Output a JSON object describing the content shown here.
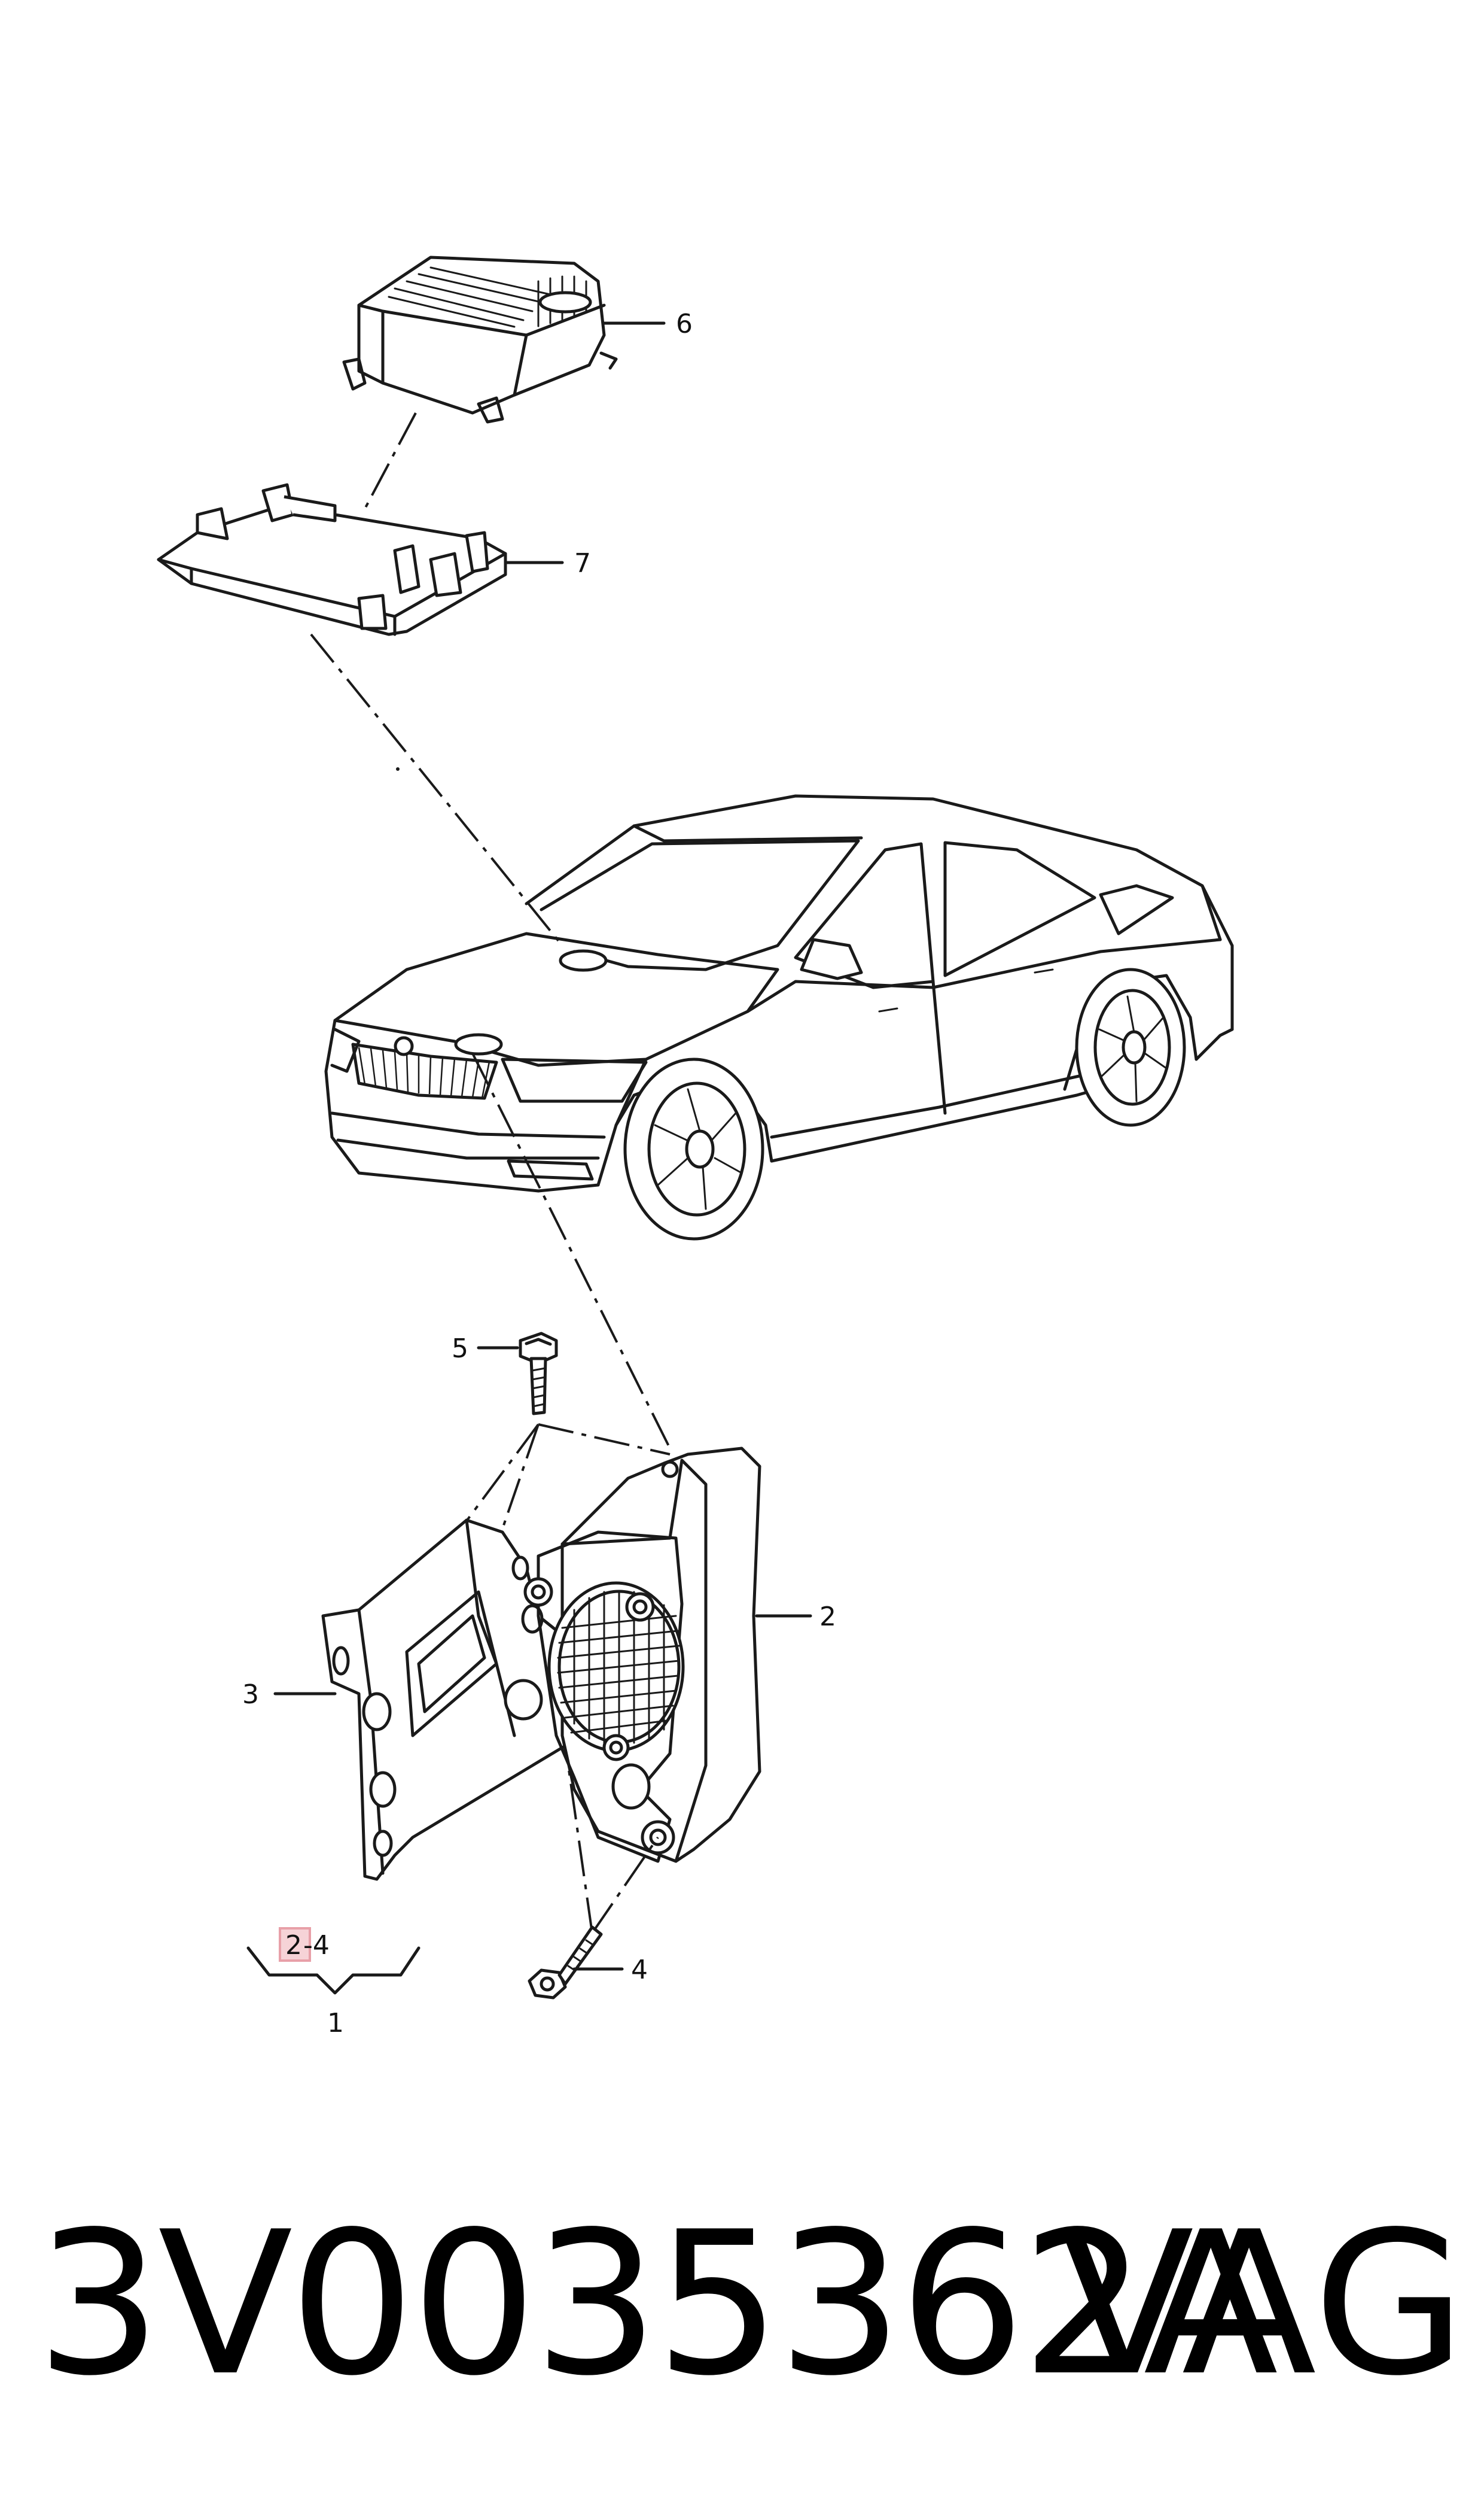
{
  "diagram": {
    "callouts": [
      {
        "id": "callout-6",
        "label": "6"
      },
      {
        "id": "callout-7",
        "label": "7"
      },
      {
        "id": "callout-5",
        "label": "5"
      },
      {
        "id": "callout-2",
        "label": "2"
      },
      {
        "id": "callout-3",
        "label": "3"
      },
      {
        "id": "callout-4",
        "label": "4"
      },
      {
        "id": "callout-1",
        "label": "1"
      }
    ],
    "group_note": {
      "highlighted": "2",
      "rest": "-4",
      "total": "1"
    },
    "highlight_color": "#e8a0a8"
  },
  "footer": {
    "part_number": "3V0035362A",
    "brand": "VAG"
  }
}
